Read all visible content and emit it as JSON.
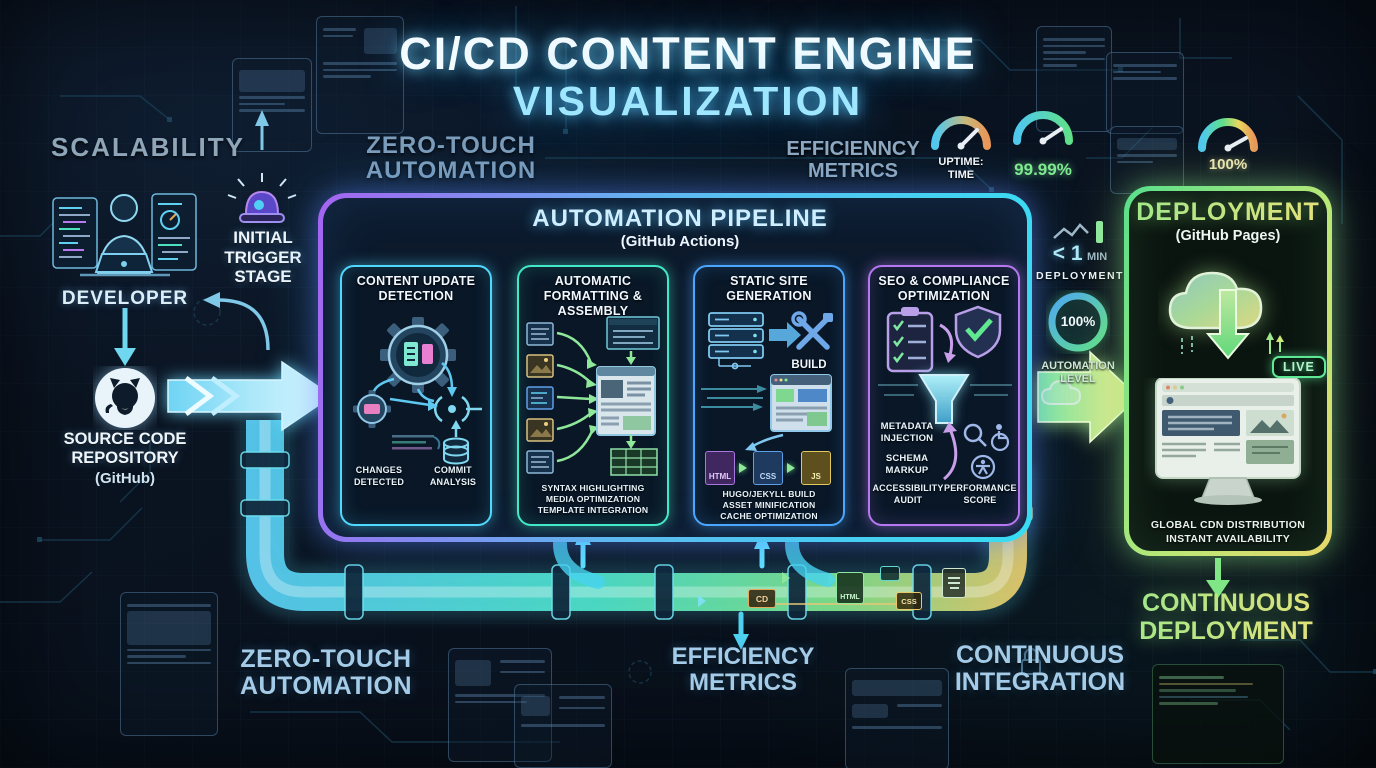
{
  "title": {
    "line1": "CI/CD CONTENT ENGINE",
    "line2": "VISUALIZATION"
  },
  "left": {
    "scalability": "SCALABILITY",
    "developer": "DEVELOPER",
    "initial_trigger": "INITIAL\nTRIGGER\nSTAGE",
    "source_repo": "SOURCE CODE\nREPOSITORY",
    "source_repo_sub": "(GitHub)"
  },
  "corner_labels": {
    "zero_touch_top": "ZERO-TOUCH\nAUTOMATION",
    "zero_touch_bottom": "ZERO-TOUCH\nAUTOMATION",
    "efficiency_top": "EFFICIENNCY\nMETRICS",
    "efficiency_bottom": "EFFICIENCY\nMETRICS",
    "continuous_integration": "CONTINUOUS\nINTEGRATION",
    "continuous_deployment": "CONTINUOUS\nDEPLOYMENT"
  },
  "pipeline": {
    "title": "AUTOMATION PIPELINE",
    "subtitle": "(GitHub Actions)",
    "stages": [
      {
        "title": "CONTENT UPDATE\nDETECTION",
        "item1": "CHANGES\nDETECTED",
        "item2": "COMMIT\nANALYSIS"
      },
      {
        "title": "AUTOMATIC\nFORMATTING &\nASSEMBLY",
        "items": "SYNTAX HIGHLIGHTING\nMEDIA OPTIMIZATION\nTEMPLATE INTEGRATION"
      },
      {
        "title": "STATIC SITE\nGENERATION",
        "build_label": "BUILD",
        "badge1": "HTML",
        "badge2": "CSS",
        "badge3": "JS",
        "items": "HUGO/JEKYLL BUILD\nASSET MINIFICATION\nCACHE OPTIMIZATION"
      },
      {
        "title": "SEO & COMPLIANCE\nOPTIMIZATION",
        "item1": "METADATA\nINJECTION",
        "item2": "SCHEMA\nMARKUP",
        "item3": "ACCESSIBILITY\nAUDIT",
        "item4": "PERFORMANCE\nSCORE"
      }
    ]
  },
  "metrics": {
    "uptime_label": "UPTIME:\nTIME",
    "uptime_value": "99.99%",
    "top_right_gauge_value": "100%",
    "deploy_time": "< 1",
    "deploy_time_unit": "MIN",
    "deploy_time_label": "DEPLOYMENT",
    "automation_value": "100%",
    "automation_label": "AUTOMATION\nLEVEL"
  },
  "deployment": {
    "title": "DEPLOYMENT",
    "subtitle": "(GitHub Pages)",
    "live_badge": "LIVE",
    "caption": "GLOBAL CDN DISTRIBUTION\nINSTANT AVAILABILITY"
  },
  "pipe_badges": {
    "cd": "CD",
    "html": "HTML",
    "css": "CSS"
  },
  "colors": {
    "cyan": "#4fd9ff",
    "teal": "#43e8c8",
    "blue": "#4aa6ff",
    "purple": "#b678f0",
    "green": "#7ee88a",
    "yellow": "#e8e070",
    "orange": "#e8a85a"
  }
}
